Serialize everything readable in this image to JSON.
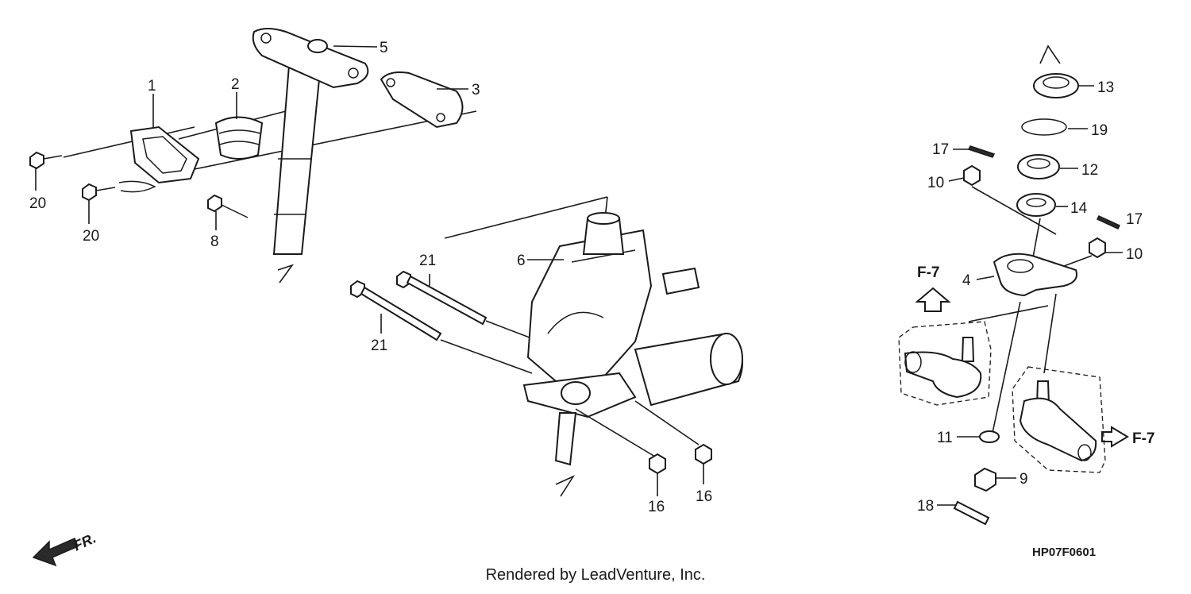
{
  "diagram": {
    "part_labels": [
      "1",
      "2",
      "3",
      "4",
      "5",
      "6",
      "8",
      "9",
      "10",
      "10",
      "11",
      "12",
      "13",
      "14",
      "16",
      "16",
      "17",
      "17",
      "18",
      "19",
      "20",
      "20",
      "21",
      "21"
    ],
    "reference_labels": [
      "F-7",
      "F-7"
    ],
    "direction_marker": "FR.",
    "diagram_code": "HP07F0601",
    "footer": "Rendered by LeadVenture, Inc."
  }
}
